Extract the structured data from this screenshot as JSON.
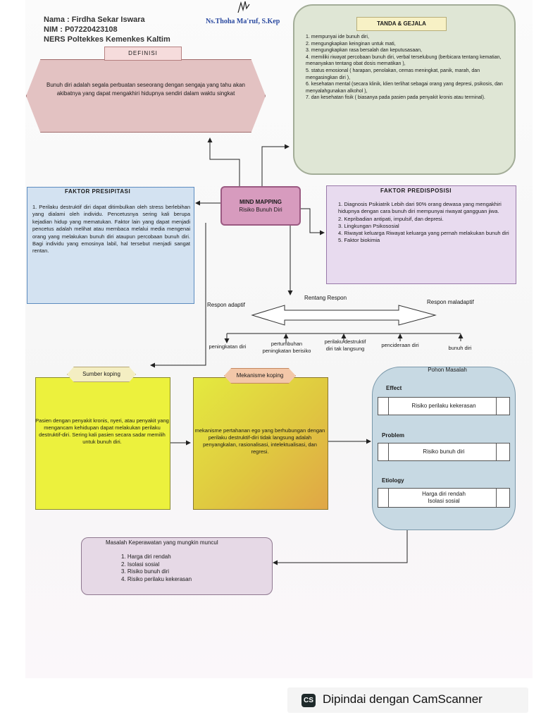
{
  "header": {
    "line1": "Nama : Firdha Sekar Iswara",
    "line2": "NIM   : P07220423108",
    "line3": "NERS Poltekkes Kemenkes Kaltim",
    "signature_text": "Ns.Thoha Ma'ruf, S.Kep"
  },
  "definisi": {
    "title": "DEFINISI",
    "text": "Bunuh diri adalah segala perbuatan seseorang dengan sengaja yang tahu akan akibatnya yang dapat mengakhiri hidupnya sendiri dalam waktu singkat"
  },
  "tanda_gejala": {
    "title": "TANDA & GEJALA",
    "items": [
      "1. mempunyai ide bunuh diri,",
      "2. mengungkapkan keinginan untuk mati,",
      "3. mengungkapkan rasa bersalah dan keputusasaan,",
      "4. memiliki riwayat percobaan bunuh diri, verbal terselubung (berbicara tentang kematian, menanyakan tentang obat dosis mematikan ),",
      "5. status emosional ( harapan, penolakan, cemas meningkat, panik, marah, dan mengasingkan diri ),",
      "6. kesehatan mental (secara klinik, klien terlihat sebagai orang yang depresi, psikosis, dan menyalahgunakan alkohol ),",
      "7. dan kesehatan fisik ( biasanya pada pasien pada penyakit kronis atau terminal)."
    ]
  },
  "mind_mapping": {
    "line1": "MIND MAPPING",
    "line2": "Risiko Bunuh Diri"
  },
  "faktor_presipitasi": {
    "title": "FAKTOR PRESIPITASI",
    "text": "1. Perilaku destruktif diri dapat ditimbulkan oleh stress berlebihan yang dialami oleh individu. Pencetusnya sering kali berupa kejadian hidup yang mematukan. Faktor lain yang dapat menjadi pencetus adalah melihat atau membaca melalui media mengenai orang yang melakukan bunuh diri ataupun percobaan bunuh diri. Bagi individu yang emosinya labil, hal tersebut menjadi sangat rentan."
  },
  "faktor_predisposisi": {
    "title": "FAKTOR PREDISPOSISI",
    "items": [
      "1. Diagnosis Psikiatrik Lebih dari 90% orang dewasa yang mengakhiri hidupnya dengan cara bunuh diri mempunyai riwayat gangguan jiwa.",
      "2. Kepribadian antipati, impulsif, dan depresi.",
      "3. Lingkungan Psikososial",
      "4. Riwayat keluarga Riwayat keluarga yang pernah melakukan bunuh diri",
      "5. Faktor biokimia"
    ]
  },
  "rentang_respon": {
    "title": "Rentang Respon",
    "left": "Respon adaptif",
    "right": "Respon maladaptif",
    "scale": [
      "peningkatan diri",
      "pertumbuhan peningkatan berisiko",
      "perilaku destruktif diri tak langsung",
      "pencideraan diri",
      "bunuh diri"
    ]
  },
  "sumber_koping": {
    "title": "Sumber koping",
    "text": "Pasien dengan penyakit kronis, nyeri, atau penyakit yang mengancam kehidupan dapat melakukan perilaku destruktif-diri. Sering kali pasien secara sadar memilih untuk bunuh diri."
  },
  "mekanisme_koping": {
    "title": "Mekanisme koping",
    "text": "mekanisme pertahanan ego yang berhubungan dengan perilaku destruktif-diri tidak langsung adalah penyangkalan, rasionalisasi, intelektualisasi, dan regresi."
  },
  "pohon_masalah": {
    "title": "Pohon Masalah",
    "effect_label": "Effect",
    "effect": "Risiko perilaku kekerasan",
    "problem_label": "Problem",
    "problem": "Risiko bunuh diri",
    "etiology_label": "Etiology",
    "etiology_line1": "Harga diri rendah",
    "etiology_line2": "Isolasi sosial"
  },
  "masalah_keperawatan": {
    "title": "Masalah Keperawatan yang mungkin muncul",
    "items": [
      "1. Harga diri rendah",
      "2. Isolasi sosial",
      "3. Risiko bunuh diri",
      "4. Risiko perilaku kekerasan"
    ]
  },
  "footer": {
    "logo": "CS",
    "text": "Dipindai dengan CamScanner"
  },
  "colors": {
    "definisi": "#e3c2c2",
    "tanda_gejala": "#dfe6d5",
    "mind_mapping": "#d79bbe",
    "presipitasi": "#d3e2f1",
    "predisposisi": "#e8dbef",
    "sumber_koping": "#ecf13d",
    "mekanisme_koping": "#e0c840",
    "pohon_masalah": "#c7d9e3",
    "masalah_keperawatan": "#e6d9e6"
  }
}
